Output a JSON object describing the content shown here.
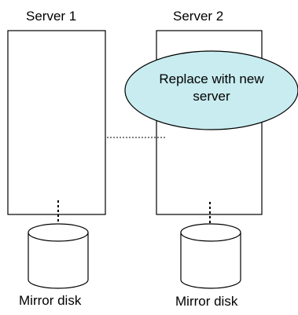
{
  "diagram": {
    "server1": {
      "label": "Server 1"
    },
    "server2": {
      "label": "Server 2"
    },
    "callout": {
      "line1": "Replace with new",
      "line2": "server",
      "fill": "#c8ecf0"
    },
    "disk1": {
      "label": "Mirror disk"
    },
    "disk2": {
      "label": "Mirror disk"
    }
  }
}
